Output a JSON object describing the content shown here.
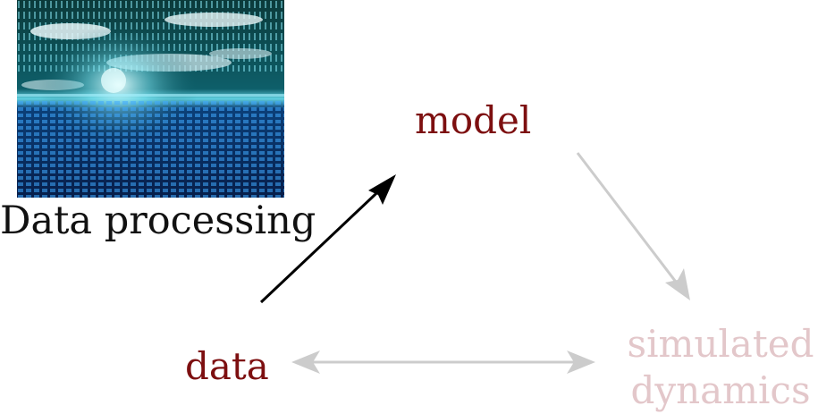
{
  "image": {
    "caption": "Data processing"
  },
  "nodes": {
    "model": "model",
    "data": "data",
    "simulated_line1": "simulated",
    "simulated_line2": "dynamics"
  },
  "colors": {
    "node_text": "#7d0f10",
    "faded_text": "#e3c7ca",
    "active_arrow": "#000000",
    "faded_arrow": "#cccccc"
  },
  "edges": [
    {
      "from": "data",
      "to": "model",
      "style": "active"
    },
    {
      "from": "model",
      "to": "simulated dynamics",
      "style": "faded"
    },
    {
      "from": "data",
      "to": "simulated dynamics",
      "style": "faded",
      "bidirectional": true
    }
  ]
}
